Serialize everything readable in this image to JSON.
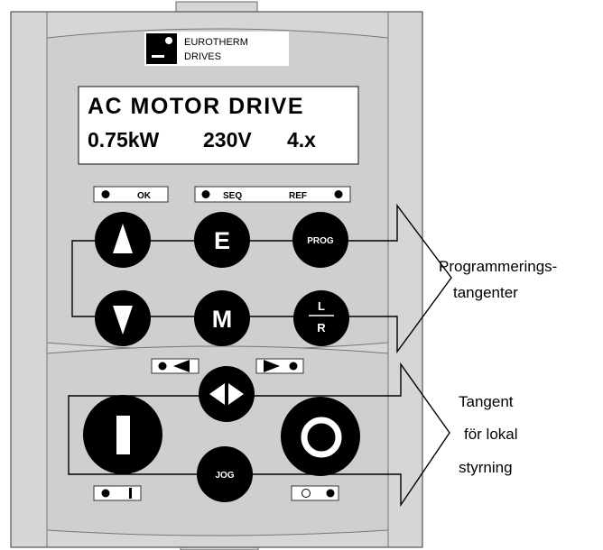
{
  "logo": {
    "line1": "EUROTHERM",
    "line2": "DRIVES"
  },
  "display": {
    "line1": "AC MOTOR DRIVE",
    "line2_power": "0.75kW",
    "line2_voltage": "230V",
    "line2_version": "4.x"
  },
  "indicators": {
    "ok": "OK",
    "seq": "SEQ",
    "ref": "REF"
  },
  "keys": {
    "e": "E",
    "prog": "PROG",
    "m": "M",
    "local_l": "L",
    "local_r": "R",
    "jog": "JOG"
  },
  "annotations": {
    "programming_line1": "Programmerings-",
    "programming_line2": "tangenter",
    "local_line1": "Tangent",
    "local_line2": "för lokal",
    "local_line3": "styrning"
  },
  "icons": {
    "up": "up-triangle-icon",
    "down": "down-triangle-icon",
    "forward_reverse": "forward-reverse-icon",
    "run": "run-bar-icon",
    "stop": "stop-ring-icon",
    "reverse_led": "left-arrow-icon",
    "forward_led": "right-arrow-icon"
  }
}
